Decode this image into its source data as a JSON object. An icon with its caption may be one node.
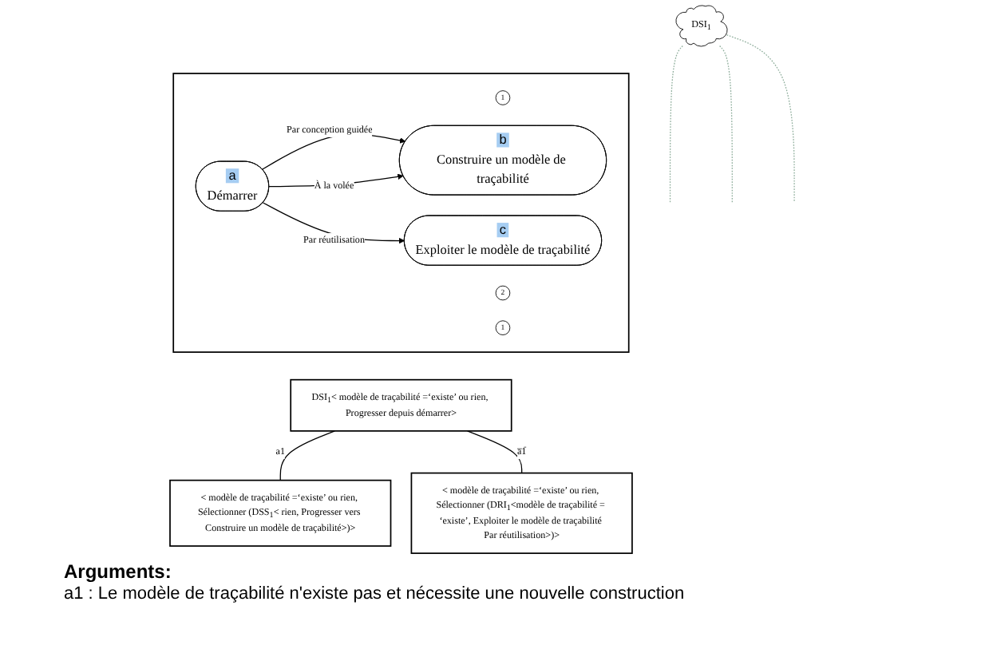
{
  "diagram": {
    "nodes": [
      {
        "text": [
          "DSI$_{1}$"
        ]
      },
      {
        "text": [],
        "shape": "box"
      },
      {
        "text": [
          "1"
        ],
        "in": 1
      },
      {
        "text": [
          "b",
          "Construire un modèle de traçabilité"
        ],
        "in": 1
      },
      {
        "text": [
          "2"
        ],
        "in": 1
      },
      {
        "text": [
          "a",
          "Démarrer"
        ],
        "in": 1
      },
      {
        "text": [
          "1"
        ],
        "in": 1
      },
      {
        "text": [
          "c",
          "Exploiter le modèle de traçabilité"
        ],
        "in": 1
      },
      {
        "text": [
          "DSI$_{1}$< modèle de traçabilité =‘existe’ ou rien, Progresser depuis démarrer>"
        ]
      },
      {
        "text": [
          "< modèle de traçabilité =‘existe’ ou rien, Sélectionner (DSS$_{1}$< rien, Progresser vers Construire un modèle de traçabilité>)>"
        ]
      },
      {
        "text": [
          "< modèle de traçabilité =‘existe’ ou rien, Sélectionner (DRI$_{1}$<modèle de traçabilité = ‘existe’, Exploiter le modèle de traçabilité Par réutilisation>)>"
        ]
      }
    ],
    "edges": [
      {
        "from": 5,
        "to": 3,
        "arrow": "to",
        "label": "Par conception guidée"
      },
      {
        "from": 5,
        "to": 3,
        "arrow": "to",
        "label": "À la volée"
      },
      {
        "from": 5,
        "to": 7,
        "arrow": "to",
        "label": "Par réutilisation"
      },
      {
        "from": 0,
        "to": null,
        "arrow": "none",
        "style": "dashed",
        "color": "#8fae9c"
      },
      {
        "from": 0,
        "to": null,
        "arrow": "none",
        "style": "dashed",
        "color": "#8fae9c"
      },
      {
        "from": 0,
        "to": null,
        "arrow": "none",
        "style": "dashed",
        "color": "#8fae9c"
      },
      {
        "from": 8,
        "to": 9,
        "arrow": "none",
        "label": "a1"
      },
      {
        "from": 8,
        "to": 10,
        "arrow": "none",
        "label": "a̅1̅"
      }
    ],
    "labels": [
      "Arguments:",
      "a1 : Le modèle de traçabilité n'existe pas et nécessite une nouvelle construction"
    ]
  }
}
